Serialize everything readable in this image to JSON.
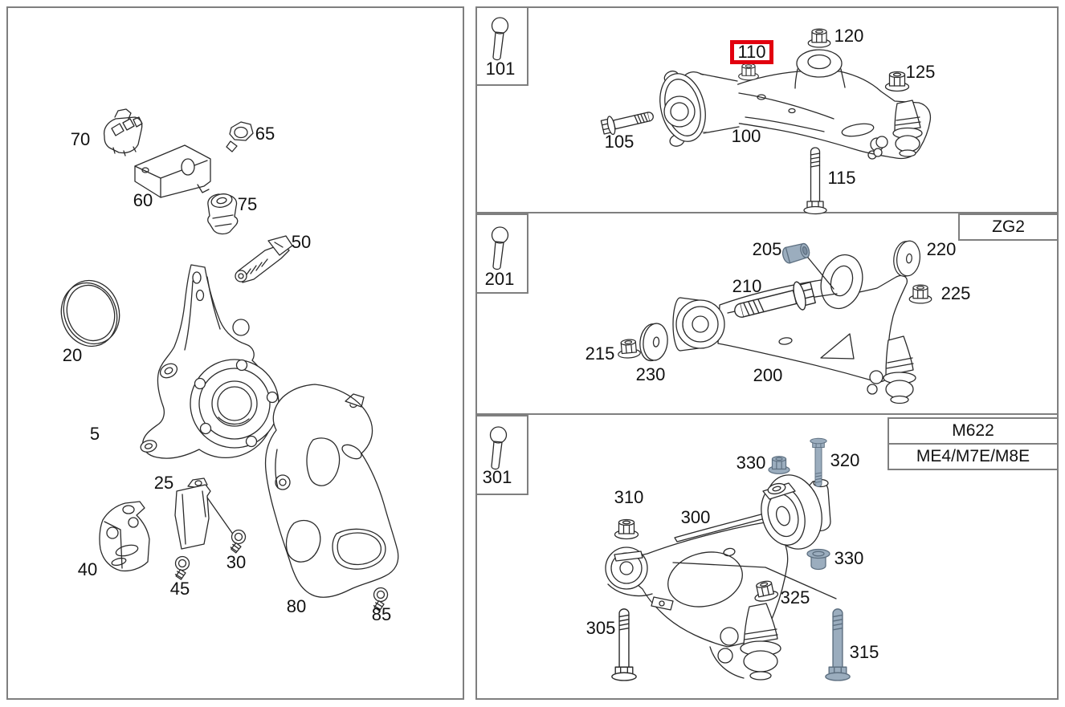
{
  "diagram": {
    "type": "parts-catalog-illustration",
    "highlight": {
      "selected_callout": "110",
      "box_color": "#e2000f"
    },
    "colors": {
      "panel_border": "#7f7f7f",
      "line_art": "#2b2b2b",
      "highlighted_part_fill": "#9badbe",
      "highlighted_part_stroke": "#5d6f80"
    },
    "panels": {
      "main_exploded_view": {
        "callouts": [
          "5",
          "20",
          "25",
          "30",
          "40",
          "45",
          "50",
          "60",
          "65",
          "70",
          "75",
          "80",
          "85"
        ]
      },
      "upper_control_arm_panel": {
        "ref": "101",
        "callouts": [
          "100",
          "105",
          "110",
          "115",
          "120",
          "125"
        ]
      },
      "middle_control_arm_panel": {
        "ref": "201",
        "code": "ZG2",
        "callouts": [
          "200",
          "205",
          "210",
          "215",
          "220",
          "225",
          "230"
        ]
      },
      "lower_control_arm_panel": {
        "ref": "301",
        "codes": [
          "M622",
          "ME4/M7E/M8E"
        ],
        "callouts": [
          "300",
          "305",
          "310",
          "315",
          "320",
          "325",
          "330",
          "330"
        ]
      }
    }
  },
  "callouts": {
    "c5": "5",
    "c20": "20",
    "c25": "25",
    "c30": "30",
    "c40": "40",
    "c45": "45",
    "c50": "50",
    "c60": "60",
    "c65": "65",
    "c70": "70",
    "c75": "75",
    "c80": "80",
    "c85": "85",
    "c100": "100",
    "c101": "101",
    "c105": "105",
    "c110": "110",
    "c115": "115",
    "c120": "120",
    "c125": "125",
    "c200": "200",
    "c201": "201",
    "c205": "205",
    "c210": "210",
    "c215": "215",
    "c220": "220",
    "c225": "225",
    "c230": "230",
    "c300": "300",
    "c301": "301",
    "c305": "305",
    "c310": "310",
    "c315": "315",
    "c320": "320",
    "c325": "325",
    "c330a": "330",
    "c330b": "330"
  },
  "code_boxes": {
    "zg2": "ZG2",
    "m622": "M622",
    "me4": "ME4/M7E/M8E"
  }
}
